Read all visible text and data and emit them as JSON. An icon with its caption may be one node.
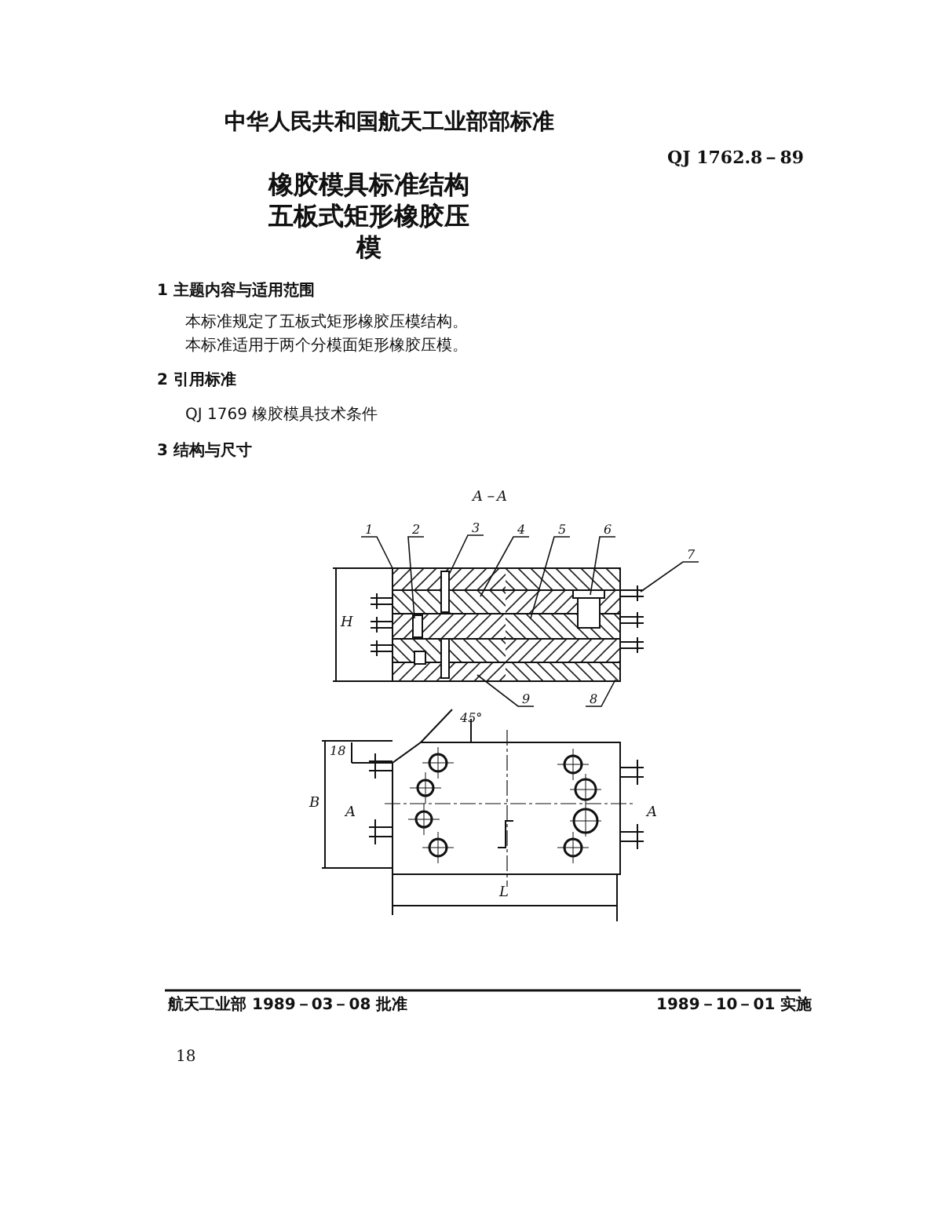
{
  "diagram": {
    "title": "橡胶模具标准结构五板式矩形橡胶压模",
    "nodes": [
      {
        "text": [
          "1"
        ]
      },
      {
        "text": [
          "2"
        ]
      },
      {
        "text": [
          "3"
        ]
      },
      {
        "text": [
          "4"
        ]
      },
      {
        "text": [
          "5"
        ]
      },
      {
        "text": [
          "6"
        ]
      },
      {
        "text": [
          "7"
        ]
      },
      {
        "text": [
          "9"
        ]
      },
      {
        "text": [
          "8"
        ]
      },
      {
        "text": [],
        "shape": "picture"
      }
    ],
    "edges": [
      {
        "from": 0,
        "to": 9,
        "arrow": "none"
      },
      {
        "from": 1,
        "to": 9,
        "arrow": "none"
      },
      {
        "from": 2,
        "to": 9,
        "arrow": "none"
      },
      {
        "from": 3,
        "to": 9,
        "arrow": "none"
      },
      {
        "from": 4,
        "to": 9,
        "arrow": "none"
      },
      {
        "from": 5,
        "to": 9,
        "arrow": "none"
      },
      {
        "from": 6,
        "to": 9,
        "arrow": "none"
      },
      {
        "from": 7,
        "to": 9,
        "arrow": "none"
      },
      {
        "from": 8,
        "to": 9,
        "arrow": "none"
      }
    ],
    "labels": [
      "中华人民共和国航天工业部部标准",
      "QJ 1762.8－89",
      "1 主题内容与适用范围",
      "本标准规定了五板式矩形橡胶压模结构。",
      "本标准适用于两个分模面矩形橡胶压模。",
      "2 引用标准",
      "QJ 1769 橡胶模具技术条件",
      "3 结构与尺寸",
      "A－A",
      "H",
      "45°",
      "18",
      "B",
      "A",
      "A",
      "L",
      "航天工业部 1989－03－08 批准",
      "1989－10－01 实施",
      "18"
    ]
  }
}
